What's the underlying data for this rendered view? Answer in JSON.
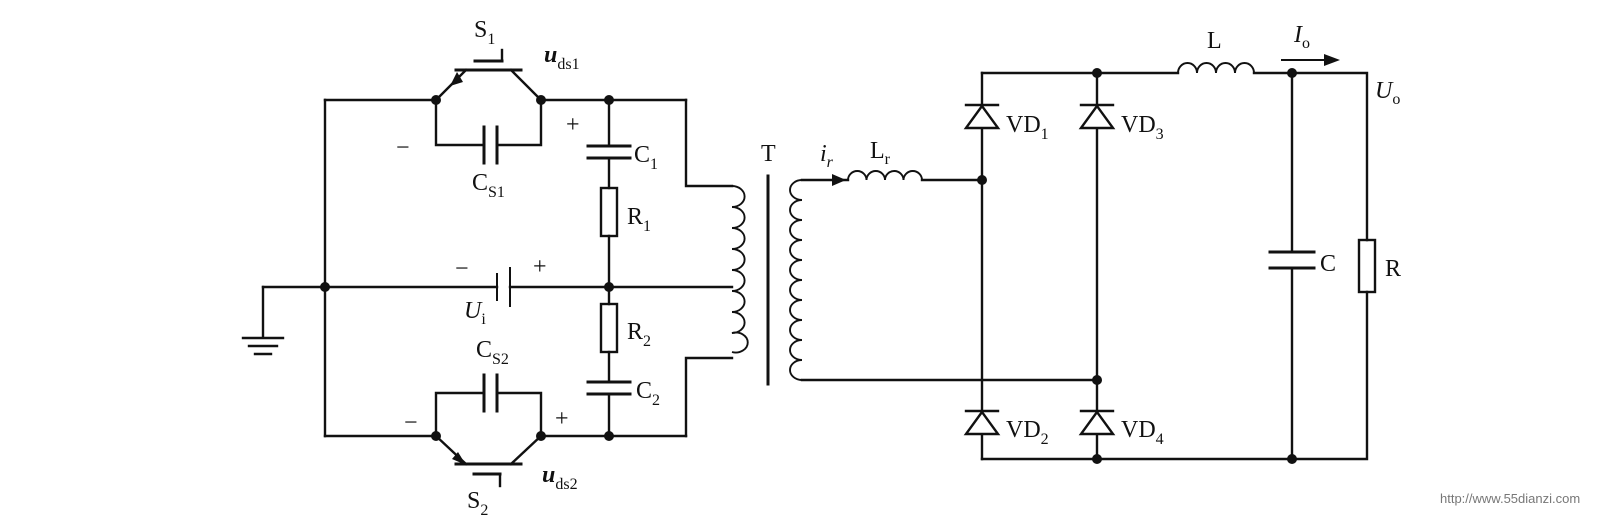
{
  "switches": {
    "s1": {
      "name": "S",
      "sub": "1",
      "voltage": "u",
      "voltage_sub": "ds1"
    },
    "s2": {
      "name": "S",
      "sub": "2",
      "voltage": "u",
      "voltage_sub": "ds2"
    }
  },
  "snubber_caps": {
    "cs1": {
      "name": "C",
      "sub": "S1"
    },
    "cs2": {
      "name": "C",
      "sub": "S2"
    }
  },
  "capacitors": {
    "c1": {
      "name": "C",
      "sub": "1"
    },
    "c2": {
      "name": "C",
      "sub": "2"
    },
    "c": {
      "name": "C"
    }
  },
  "resistors": {
    "r1": {
      "name": "R",
      "sub": "1"
    },
    "r2": {
      "name": "R",
      "sub": "2"
    },
    "r": {
      "name": "R"
    }
  },
  "source": {
    "name": "U",
    "sub": "i"
  },
  "transformer": {
    "name": "T"
  },
  "resonant": {
    "current": "i",
    "current_sub": "r",
    "inductor": "L",
    "inductor_sub": "r"
  },
  "diodes": {
    "vd1": {
      "name": "VD",
      "sub": "1"
    },
    "vd2": {
      "name": "VD",
      "sub": "2"
    },
    "vd3": {
      "name": "VD",
      "sub": "3"
    },
    "vd4": {
      "name": "VD",
      "sub": "4"
    }
  },
  "filter": {
    "inductor": "L"
  },
  "output": {
    "current": "I",
    "current_sub": "o",
    "voltage": "U",
    "voltage_sub": "o"
  },
  "polarity": {
    "plus": "+",
    "minus": "−"
  },
  "watermark": "http://www.55dianzi.com"
}
